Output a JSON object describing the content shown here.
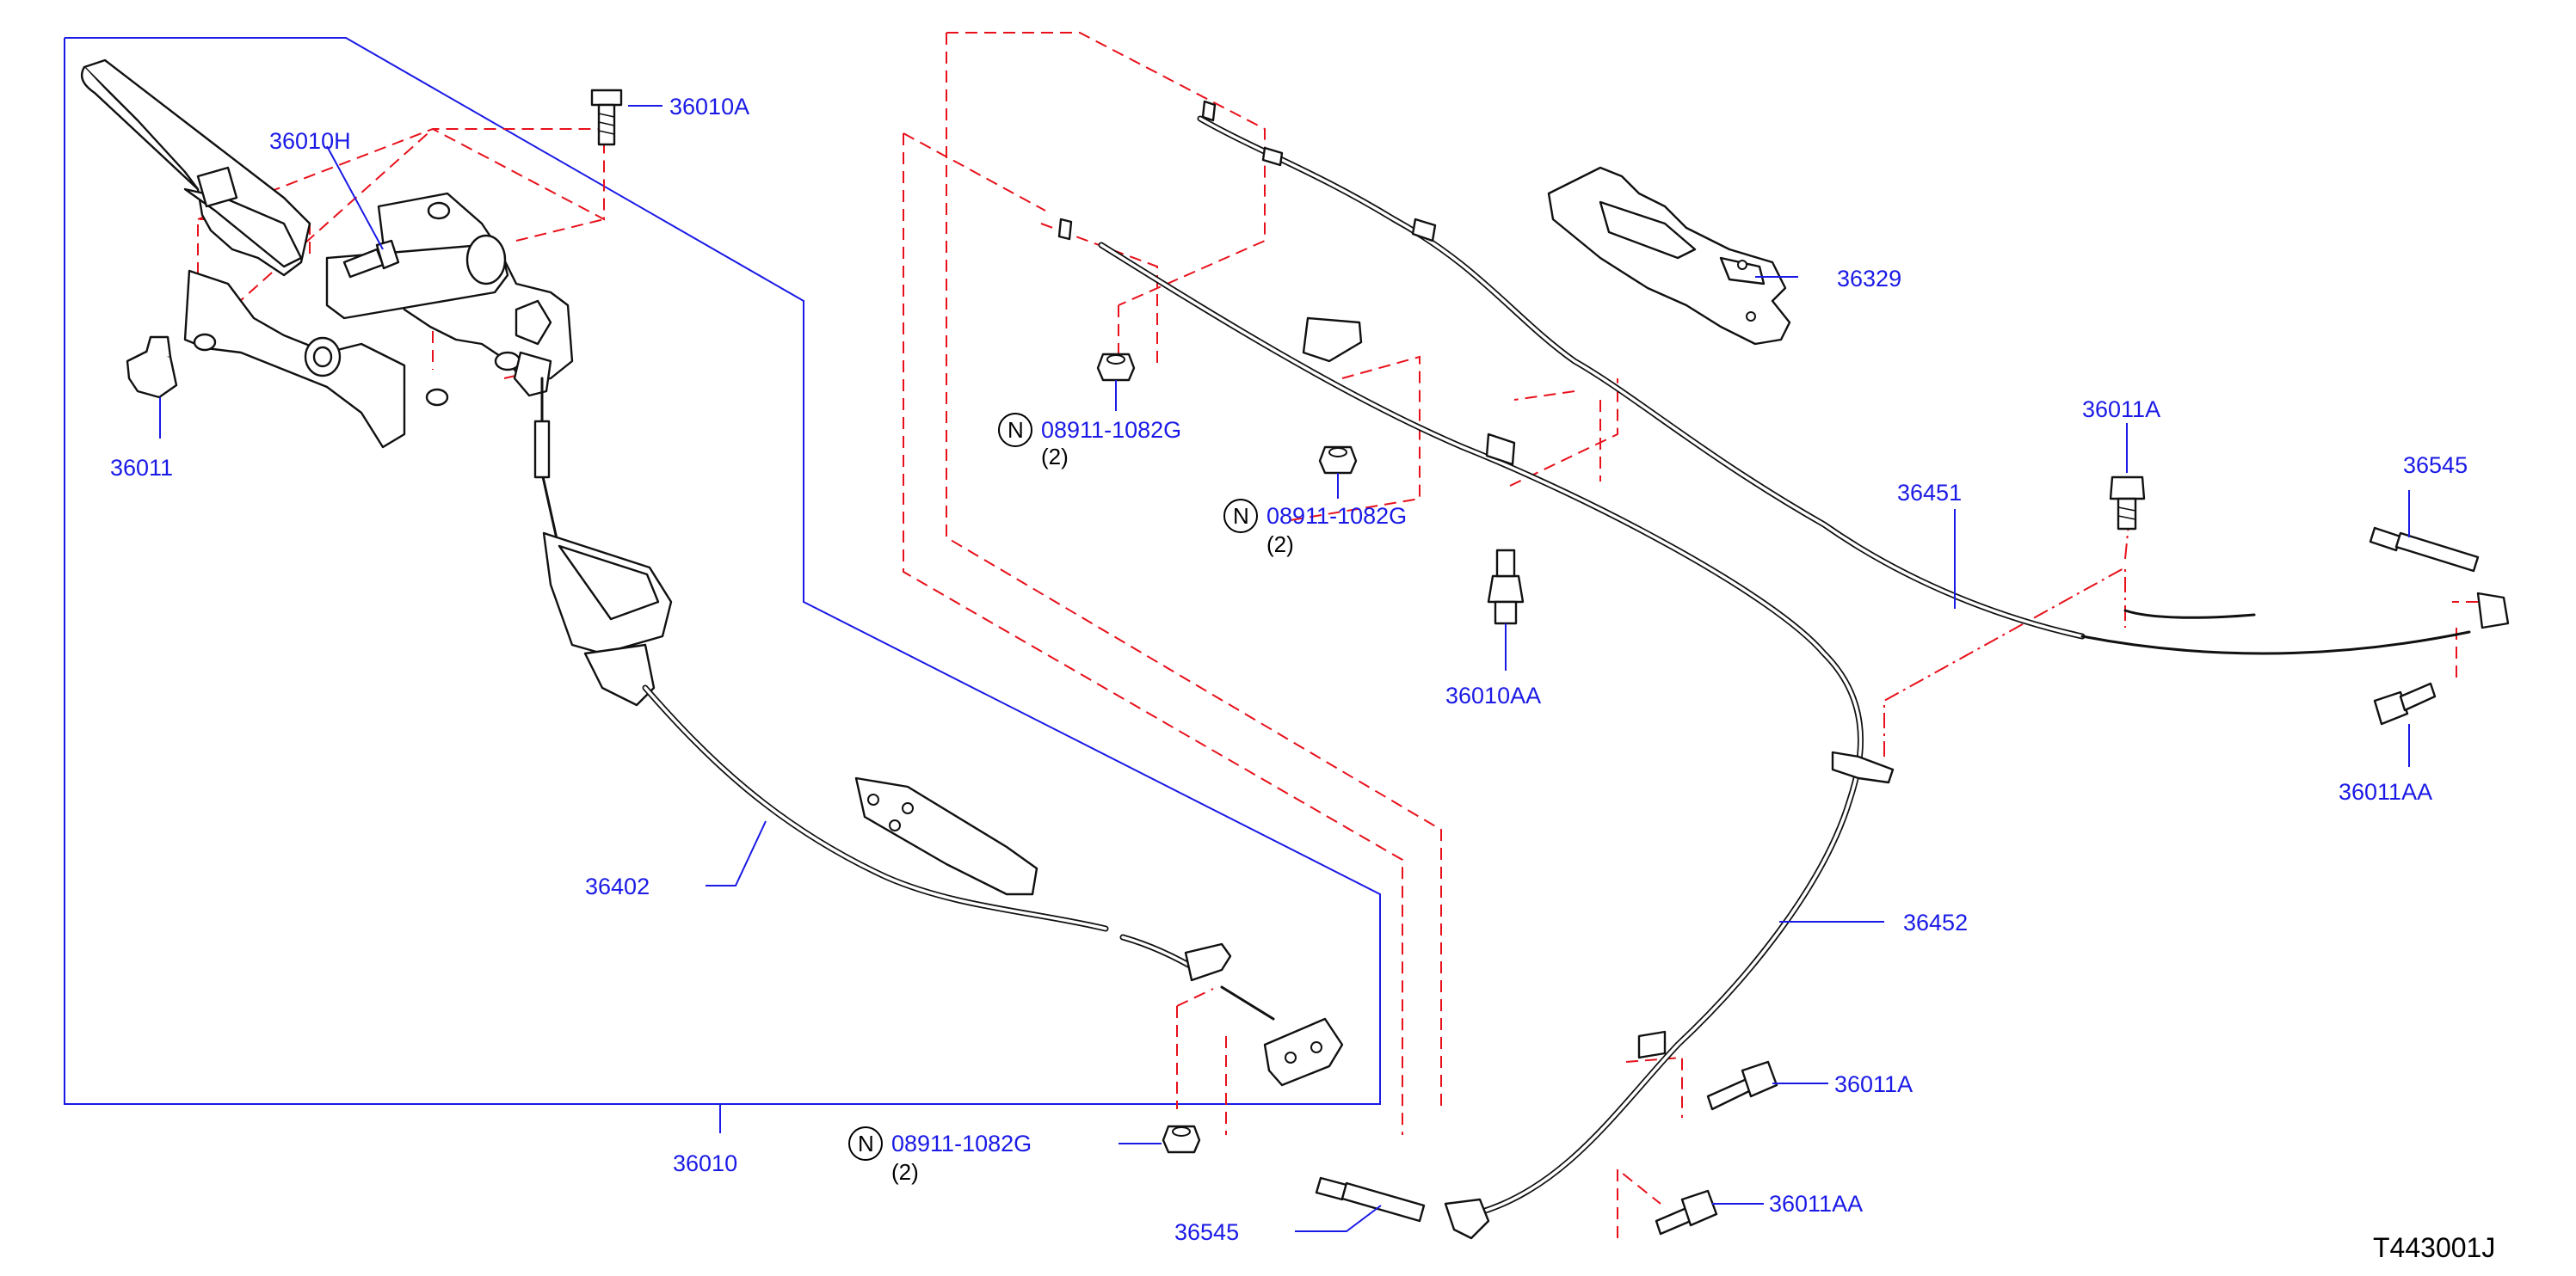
{
  "diagram": {
    "code": "T443001J",
    "callouts": [
      {
        "id": "36010A",
        "text": "36010A"
      },
      {
        "id": "36010H",
        "text": "36010H"
      },
      {
        "id": "36011",
        "text": "36011"
      },
      {
        "id": "36402",
        "text": "36402"
      },
      {
        "id": "36010",
        "text": "36010"
      },
      {
        "id": "08911-1082G-a",
        "text": "08911-1082G",
        "qty": "(2)",
        "symbol": "N"
      },
      {
        "id": "08911-1082G-b",
        "text": "08911-1082G",
        "qty": "(2)",
        "symbol": "N"
      },
      {
        "id": "08911-1082G-c",
        "text": "08911-1082G",
        "qty": "(2)",
        "symbol": "N"
      },
      {
        "id": "36010AA",
        "text": "36010AA"
      },
      {
        "id": "36329",
        "text": "36329"
      },
      {
        "id": "36011A-top",
        "text": "36011A"
      },
      {
        "id": "36451",
        "text": "36451"
      },
      {
        "id": "36545-right",
        "text": "36545"
      },
      {
        "id": "36011AA-right",
        "text": "36011AA"
      },
      {
        "id": "36452",
        "text": "36452"
      },
      {
        "id": "36011A-bottom",
        "text": "36011A"
      },
      {
        "id": "36011AA-bottom",
        "text": "36011AA"
      },
      {
        "id": "36545-bottom",
        "text": "36545"
      }
    ]
  },
  "colors": {
    "callout_text": "#1a1ae6",
    "leader_line": "#1a1ae6",
    "phantom_line": "#e8101a",
    "part_outline": "#111111"
  }
}
